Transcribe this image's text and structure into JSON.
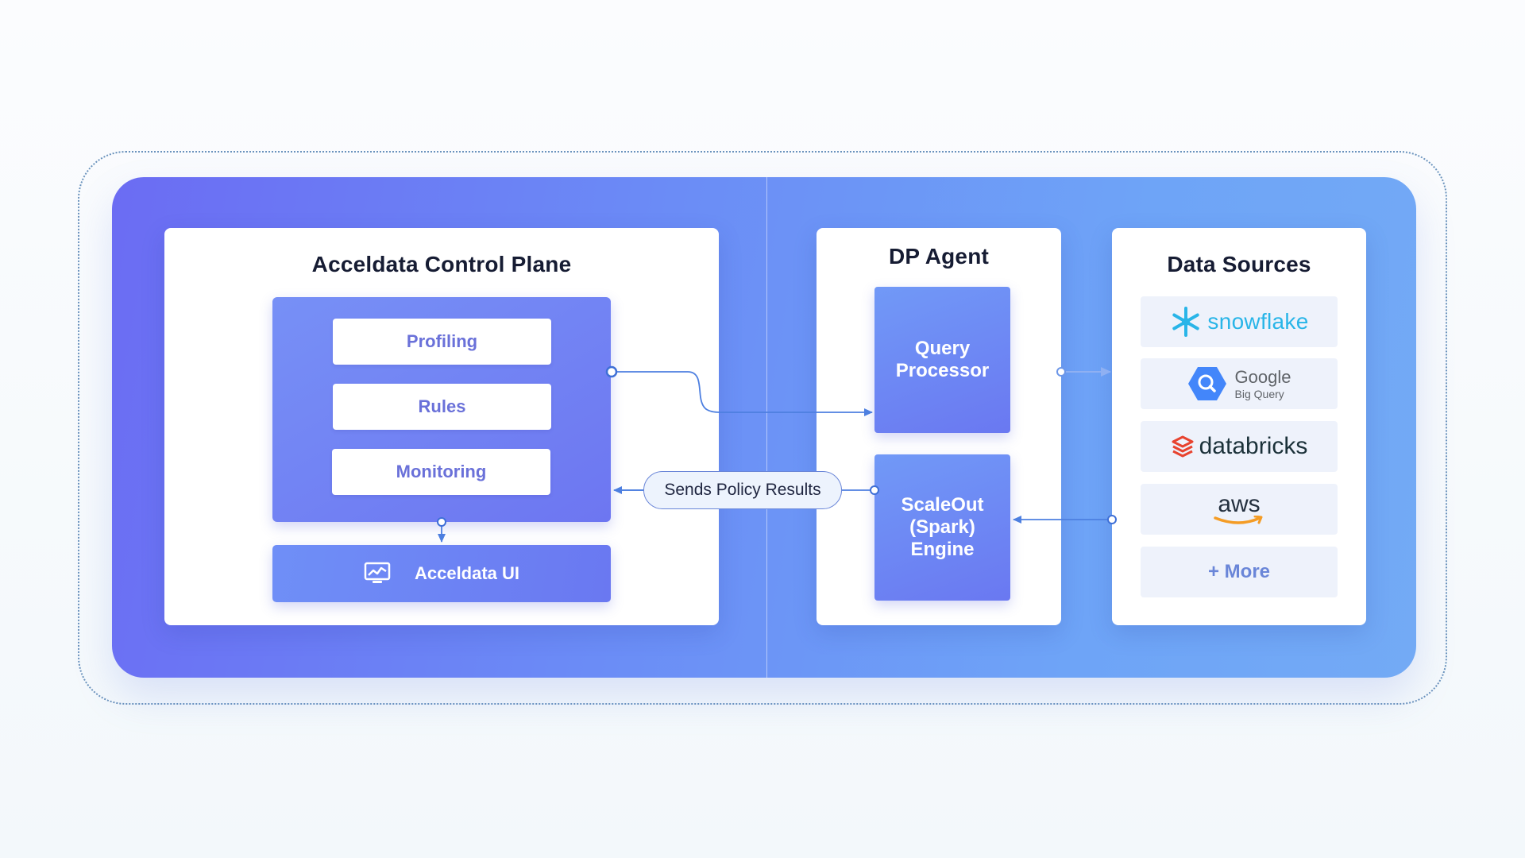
{
  "control_plane": {
    "title": "Acceldata Control Plane",
    "features": [
      "Profiling",
      "Rules",
      "Monitoring"
    ],
    "ui_label": "Acceldata UI"
  },
  "dp_agent": {
    "title": "DP Agent",
    "query_processor": [
      "Query",
      "Processor"
    ],
    "scaleout_engine": [
      "ScaleOut",
      "(Spark)",
      "Engine"
    ]
  },
  "data_sources": {
    "title": "Data Sources",
    "snowflake": "snowflake",
    "google": {
      "name": "Google",
      "product": "Big Query"
    },
    "databricks": "databricks",
    "aws": "aws",
    "more": "+ More"
  },
  "connector_label": "Sends Policy Results",
  "colors": {
    "band_start": "#6b6cf3",
    "band_end": "#73aaf5",
    "connector": "#4d7fe0",
    "snowflake": "#29b5e8",
    "bigquery": "#4386fa",
    "databricks": "#e8432f",
    "aws_orange": "#f49c25",
    "more_text": "#6a86d8"
  }
}
